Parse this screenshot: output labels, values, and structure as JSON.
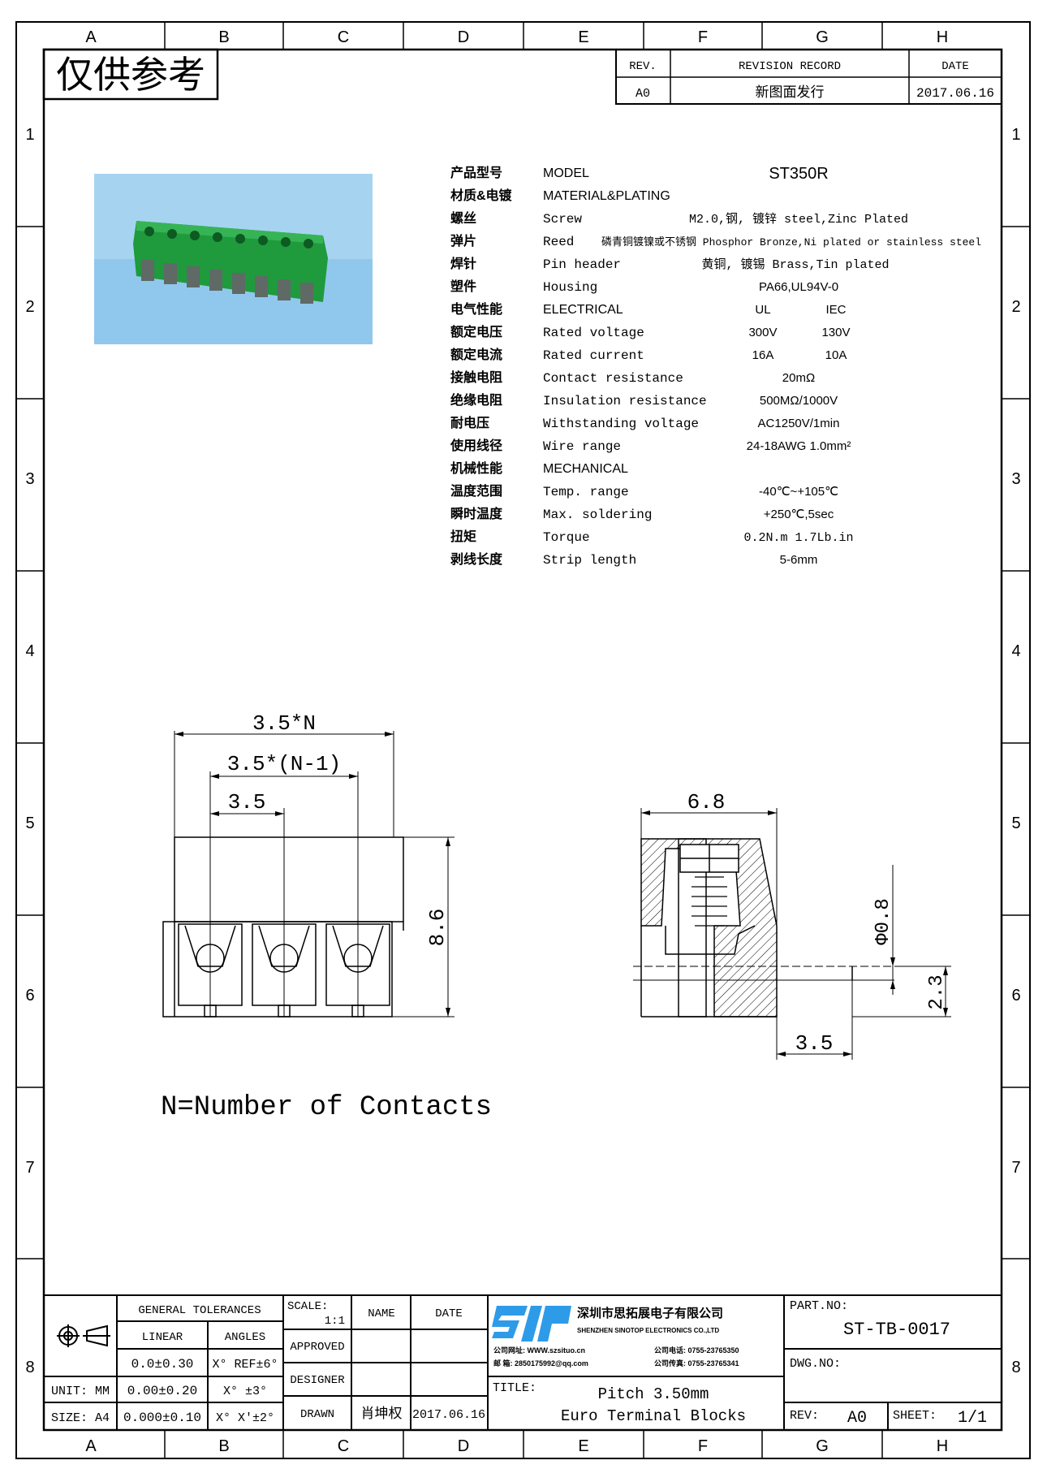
{
  "frame": {
    "columns": [
      "A",
      "B",
      "C",
      "D",
      "E",
      "F",
      "G",
      "H"
    ],
    "rows": [
      "1",
      "2",
      "3",
      "4",
      "5",
      "6",
      "7",
      "8"
    ]
  },
  "stamp": "仅供参考",
  "revision": {
    "headers": {
      "rev": "REV.",
      "record": "REVISION RECORD",
      "date": "DATE"
    },
    "rows": [
      {
        "rev": "A0",
        "record": "新图面发行",
        "date": "2017.06.16"
      }
    ]
  },
  "specs": {
    "model_cn": "产品型号",
    "model_en": "MODEL",
    "model_value": "ST350R",
    "rows": [
      {
        "cn": "材质&电镀",
        "en": "MATERIAL&PLATING",
        "value": ""
      },
      {
        "cn": "螺丝",
        "en": "Screw",
        "value": "M2.0,钢, 镀锌 steel,Zinc Plated"
      },
      {
        "cn": "弹片",
        "en": "Reed",
        "value": "磷青铜镀镍或不锈钢 Phosphor Bronze,Ni plated or stainless steel"
      },
      {
        "cn": "焊针",
        "en": "Pin header",
        "value": "黄铜, 镀锡 Brass,Tin plated"
      },
      {
        "cn": "塑件",
        "en": "Housing",
        "value": "PA66,UL94V-0"
      },
      {
        "cn": "电气性能",
        "en": "ELECTRICAL",
        "ul": "UL",
        "iec": "IEC"
      },
      {
        "cn": "额定电压",
        "en": "Rated voltage",
        "ul": "300V",
        "iec": "130V"
      },
      {
        "cn": "额定电流",
        "en": "Rated current",
        "ul": "16A",
        "iec": "10A"
      },
      {
        "cn": "接触电阻",
        "en": "Contact resistance",
        "value": "20mΩ"
      },
      {
        "cn": "绝缘电阻",
        "en": "Insulation resistance",
        "value": "500MΩ/1000V"
      },
      {
        "cn": "耐电压",
        "en": "Withstanding voltage",
        "value": "AC1250V/1min"
      },
      {
        "cn": "使用线径",
        "en": "Wire range",
        "value": "24-18AWG 1.0mm²"
      },
      {
        "cn": "机械性能",
        "en": "MECHANICAL",
        "value": ""
      },
      {
        "cn": "温度范围",
        "en": "Temp. range",
        "value": "-40℃~+105℃"
      },
      {
        "cn": "瞬时温度",
        "en": "Max. soldering",
        "value": "+250℃,5sec"
      },
      {
        "cn": "扭矩",
        "en": "Torque",
        "value": "0.2N.m  1.7Lb.in"
      },
      {
        "cn": "剥线长度",
        "en": "Strip length",
        "value": "5-6mm"
      }
    ]
  },
  "drawing": {
    "dim_total": "3.5*N",
    "dim_n1": "3.5*(N-1)",
    "dim_pitch": "3.5",
    "dim_height": "8.6",
    "dim_depth": "6.8",
    "dim_pin": "Φ0.8",
    "dim_pin_offset": "2.3",
    "dim_side_pitch": "3.5",
    "note": "N=Number of Contacts"
  },
  "title_block": {
    "general_tolerances": "GENERAL TOLERANCES",
    "linear": "LINEAR",
    "angles": "ANGLES",
    "tol": [
      {
        "linear": "0.0±0.30",
        "angle": "X° REF±6°"
      },
      {
        "linear": "0.00±0.20",
        "angle": "X° ±3°"
      },
      {
        "linear": "0.000±0.10",
        "angle": "X° X'±2°"
      }
    ],
    "unit": "UNIT: MM",
    "size": "SIZE: A4",
    "scale_label": "SCALE:",
    "scale_value": "1:1",
    "name": "NAME",
    "date": "DATE",
    "approved": "APPROVED",
    "designer": "DESIGNER",
    "drawn": "DRAWN",
    "drawn_name": "肖坤权",
    "drawn_date": "2017.06.16",
    "company_logo": "SIP",
    "company_cn": "深圳市思拓展电子有限公司",
    "company_en": "SHENZHEN SINOTOP ELECTRONICS CO.,LTD",
    "contact": [
      "公司网址: WWW.szsituo.cn",
      "公司电话: 0755-23765350",
      "邮    箱: 2850175992@qq.com",
      "公司传真: 0755-23765341"
    ],
    "title_label": "TITLE:",
    "title_line1": "Pitch 3.50mm",
    "title_line2": "Euro Terminal Blocks",
    "part_no_label": "PART.NO:",
    "part_no": "ST-TB-0017",
    "dwg_no_label": "DWG.NO:",
    "rev_label": "REV:",
    "rev": "A0",
    "sheet_label": "SHEET:",
    "sheet": "1/1"
  },
  "colors": {
    "logo_blue": "#2e9be8",
    "product_green": "#1f9a3c",
    "photo_bg": "#8fc8ec"
  }
}
